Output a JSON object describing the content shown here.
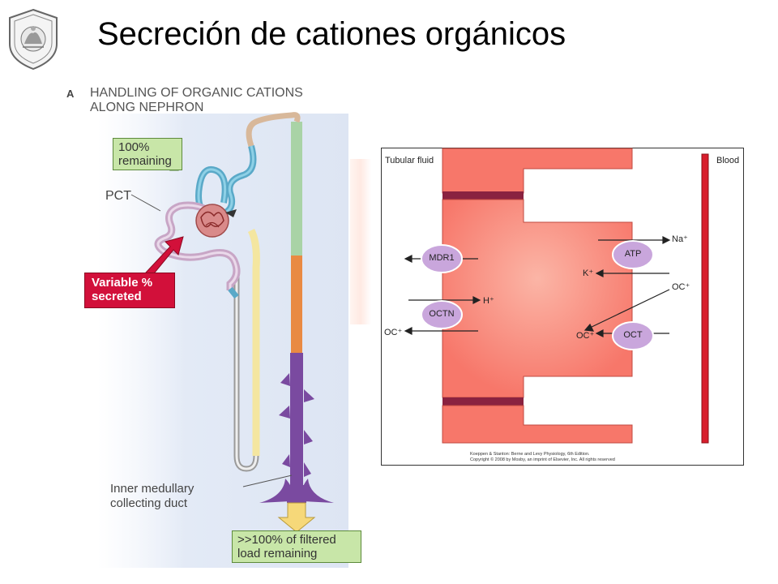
{
  "slide": {
    "title": "Secreción de cationes orgánicos"
  },
  "panel_a": {
    "letter": "A",
    "heading_line1": "HANDLING OF ORGANIC CATIONS",
    "heading_line2": "ALONG NEPHRON",
    "remaining_line1": "100%",
    "remaining_line2": "remaining",
    "pct_label": "PCT",
    "secreted_line1": "Variable %",
    "secreted_line2": "secreted",
    "imcd_line1": "Inner medullary",
    "imcd_line2": "collecting duct",
    "filtered_line1": ">>100% of filtered",
    "filtered_line2": "load remaining"
  },
  "cell_diagram": {
    "tubular_fluid": "Tubular fluid",
    "blood": "Blood",
    "transporters": {
      "mdr1": "MDR1",
      "octn": "OCTN",
      "atp": "ATP",
      "oct": "OCT"
    },
    "ions": {
      "na": "Na⁺",
      "k": "K⁺",
      "h": "H⁺",
      "oc_lumen": "OC⁺",
      "oc_blood": "OC⁺",
      "oc_cell": "OC⁺"
    },
    "credit_line1": "Koeppen & Stanton: Berne and Levy Physiology, 6th Edition.",
    "credit_line2": "Copyright © 2008 by Mosby, an imprint of Elsevier, Inc. All rights reserved"
  },
  "colors": {
    "cell_fill": "#f7776a",
    "cell_light": "#fbb5a6",
    "junction": "#8a2240",
    "blood_vessel": "#d81e2c",
    "transporter": "#c9a6dc",
    "collecting_duct": "#7a4aa0",
    "secreted_box": "#d2103a",
    "label_box": "#c8e6a8"
  }
}
